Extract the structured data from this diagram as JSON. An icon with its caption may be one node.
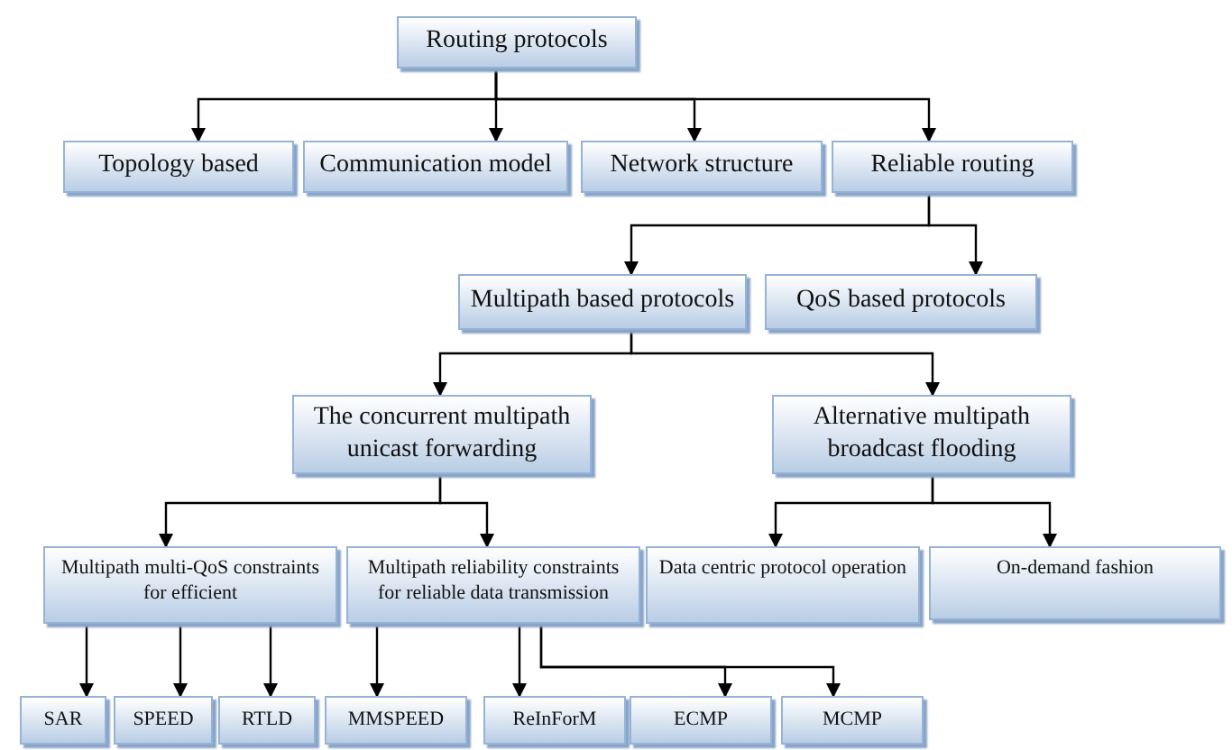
{
  "diagram": {
    "nodes": [
      {
        "text": [
          "Routing protocols"
        ]
      },
      {
        "text": [
          "Topology based"
        ]
      },
      {
        "text": [
          "Communication model"
        ]
      },
      {
        "text": [
          "Network structure"
        ]
      },
      {
        "text": [
          "Reliable routing"
        ]
      },
      {
        "text": [
          "Multipath based protocols"
        ]
      },
      {
        "text": [
          "QoS based protocols"
        ]
      },
      {
        "text": [
          "The concurrent multipath unicast forwarding"
        ]
      },
      {
        "text": [
          "Alternative multipath broadcast flooding"
        ]
      },
      {
        "text": [
          "Multipath multi-QoS constraints for efficient"
        ]
      },
      {
        "text": [
          "Multipath reliability constraints for reliable data transmission"
        ]
      },
      {
        "text": [
          "Data centric protocol operation"
        ]
      },
      {
        "text": [
          "On-demand fashion"
        ]
      },
      {
        "text": [
          "SAR"
        ]
      },
      {
        "text": [
          "SPEED"
        ]
      },
      {
        "text": [
          "RTLD"
        ]
      },
      {
        "text": [
          "MMSPEED"
        ]
      },
      {
        "text": [
          "ReInForM"
        ]
      },
      {
        "text": [
          "ECMP"
        ]
      },
      {
        "text": [
          "MCMP"
        ]
      }
    ],
    "edges": [
      {
        "from": 0,
        "to": 1,
        "arrow": "to"
      },
      {
        "from": 0,
        "to": 2,
        "arrow": "to"
      },
      {
        "from": 0,
        "to": 3,
        "arrow": "to"
      },
      {
        "from": 0,
        "to": 4,
        "arrow": "to"
      },
      {
        "from": 4,
        "to": 5,
        "arrow": "to"
      },
      {
        "from": 4,
        "to": 6,
        "arrow": "to"
      },
      {
        "from": 5,
        "to": 7,
        "arrow": "to"
      },
      {
        "from": 5,
        "to": 8,
        "arrow": "to"
      },
      {
        "from": 7,
        "to": 9,
        "arrow": "to"
      },
      {
        "from": 7,
        "to": 10,
        "arrow": "to"
      },
      {
        "from": 8,
        "to": 11,
        "arrow": "to"
      },
      {
        "from": 8,
        "to": 12,
        "arrow": "to"
      },
      {
        "from": 9,
        "to": 13,
        "arrow": "to"
      },
      {
        "from": 9,
        "to": 14,
        "arrow": "to"
      },
      {
        "from": 9,
        "to": 15,
        "arrow": "to"
      },
      {
        "from": 10,
        "to": 16,
        "arrow": "to"
      },
      {
        "from": 10,
        "to": 17,
        "arrow": "to"
      },
      {
        "from": 10,
        "to": 18,
        "arrow": "to"
      },
      {
        "from": 10,
        "to": 19,
        "arrow": "to"
      }
    ]
  }
}
